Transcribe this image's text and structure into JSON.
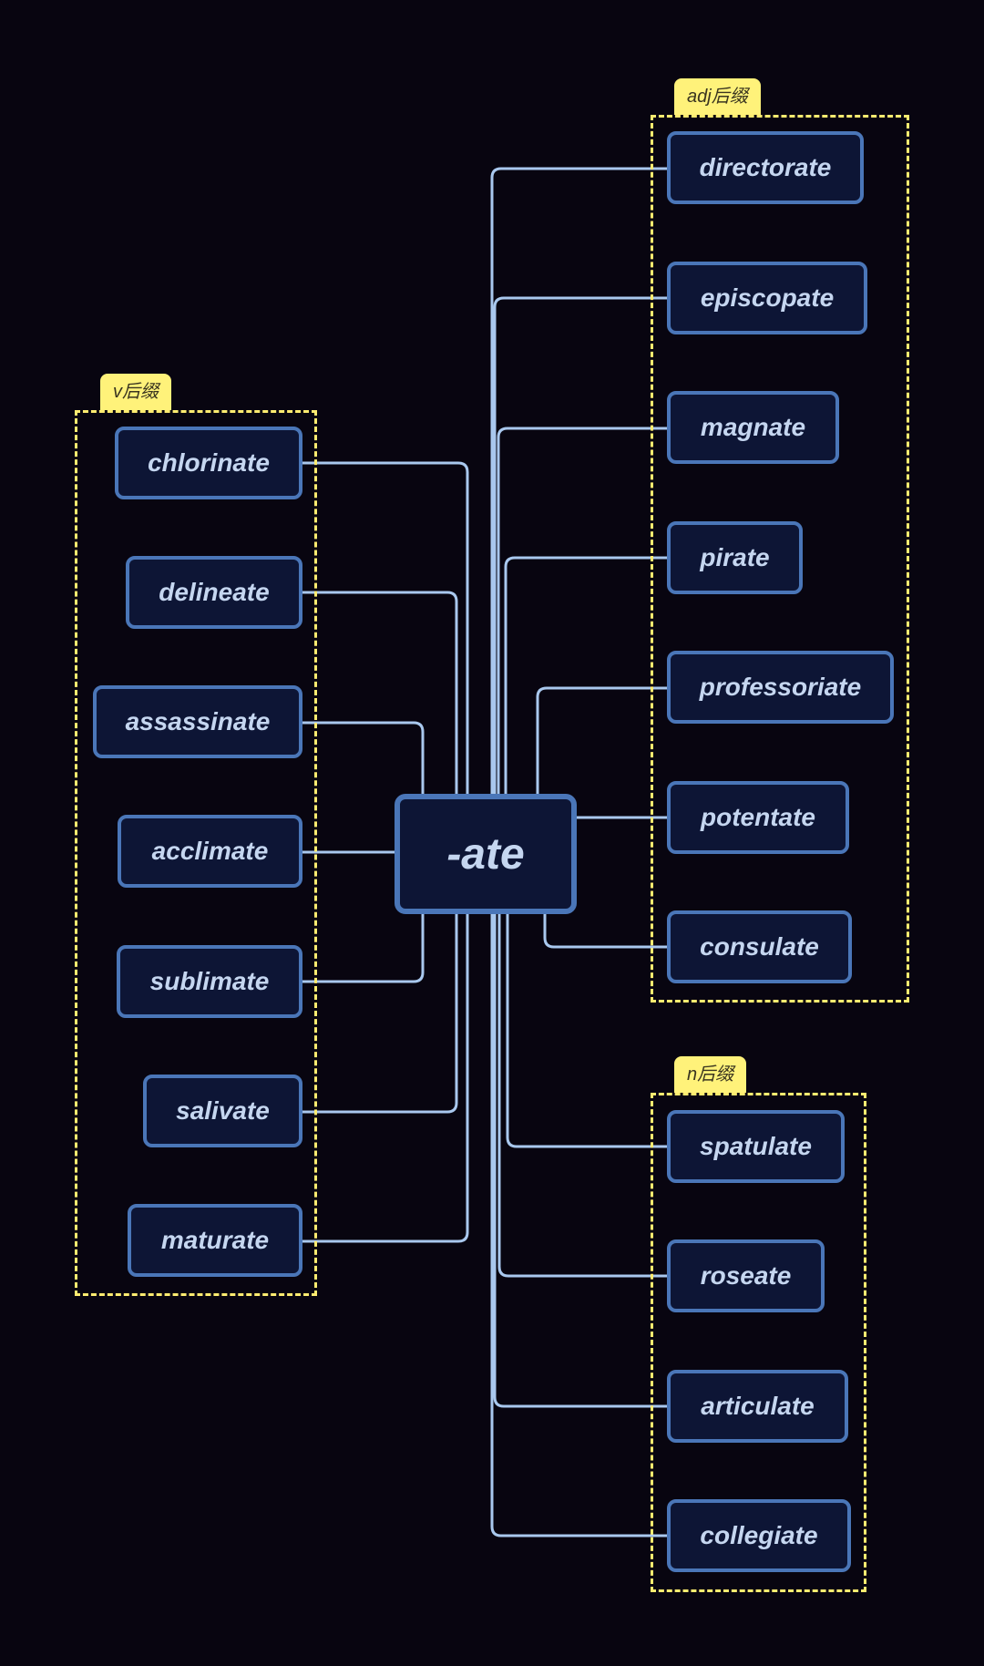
{
  "root": {
    "label": "-ate"
  },
  "groups": [
    {
      "id": "v",
      "tag": "v后缀",
      "words": [
        "chlorinate",
        "delineate",
        "assassinate",
        "acclimate",
        "sublimate",
        "salivate",
        "maturate"
      ]
    },
    {
      "id": "adj",
      "tag": "adj后缀",
      "words": [
        "directorate",
        "episcopate",
        "magnate",
        "pirate",
        "professoriate",
        "potentate",
        "consulate"
      ]
    },
    {
      "id": "n",
      "tag": "n后缀",
      "words": [
        "spatulate",
        "roseate",
        "articulate",
        "collegiate"
      ]
    }
  ],
  "colors": {
    "background": "#080510",
    "node_fill": "#0d1535",
    "node_border": "#4a76b8",
    "node_text": "#c5d6f0",
    "connector": "#a9c8ee",
    "group_border": "#ffec70",
    "group_tag_fill": "#fff27a"
  }
}
